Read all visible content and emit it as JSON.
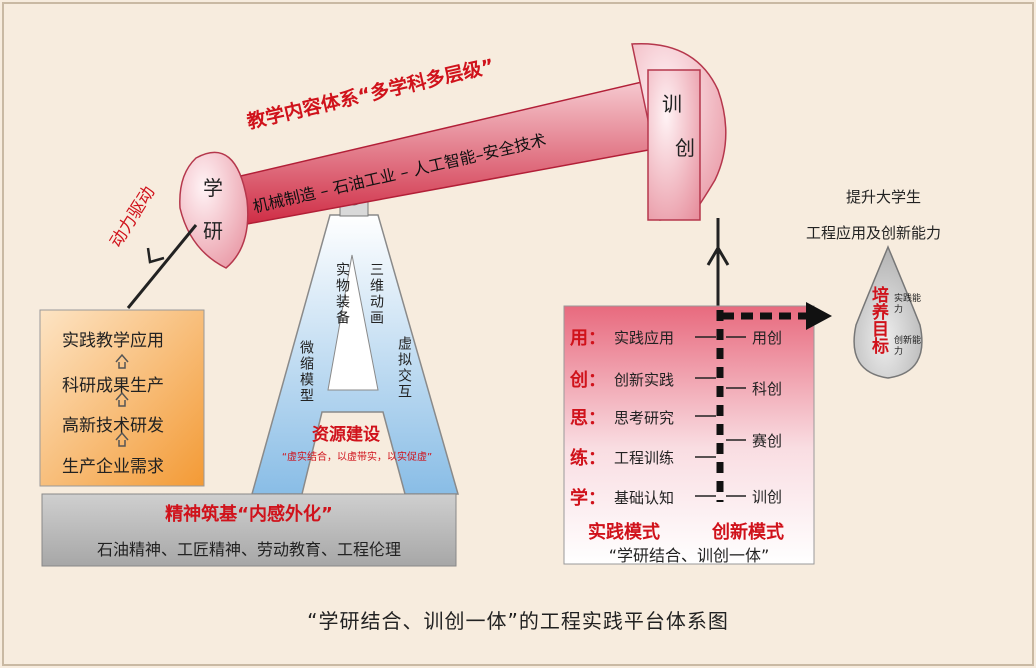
{
  "beam": {
    "title": "教学内容体系“多学科多层级”",
    "subtitle": "机械制造 – 石油工业 – 人工智能–安全技术"
  },
  "horsehead": {
    "char1": "训",
    "char2": "创"
  },
  "counterweight": {
    "char1": "学",
    "char2": "研"
  },
  "drive_label": "动力驱动",
  "left_stack": [
    "实践教学应用",
    "科研成果生产",
    "高新技术研发",
    "生产企业需求"
  ],
  "a_frame": {
    "left_leg_1": "实物装备",
    "left_leg_2": "微缩模型",
    "right_leg_1": "三维动画",
    "right_leg_2": "虚拟交互",
    "title": "资源建设",
    "slogan": "“虚实结合，以虚带实，以实促虚”"
  },
  "base": {
    "title": "精神筑基“内感外化”",
    "items": "石油精神、工匠精神、劳动教育、工程伦理"
  },
  "goal": {
    "line1": "提升大学生",
    "line2": "工程应用及创新能力",
    "drop_title": "培养目标",
    "drop_note_1": "实践能力",
    "drop_note_2": "创新能力"
  },
  "practice": {
    "rows": [
      {
        "key": "用：",
        "label": "实践应用"
      },
      {
        "key": "创：",
        "label": "创新实践"
      },
      {
        "key": "思：",
        "label": "思考研究"
      },
      {
        "key": "练：",
        "label": "工程训练"
      },
      {
        "key": "学：",
        "label": "基础认知"
      }
    ],
    "right_items": [
      "用创",
      "科创",
      "赛创",
      "训创"
    ],
    "mode_left": "实践模式",
    "mode_right": "创新模式",
    "slogan": "“学研结合、训创一体”"
  },
  "caption": "“学研结合、训创一体”的工程实践平台体系图",
  "colors": {
    "background": "#f7ecde",
    "accent_red": "#d0121b",
    "beam_red": "#d6354b",
    "pink": "#f3c1c8",
    "blue": "#9fcbec",
    "orange": "#f6a044",
    "gray": "#b9b9b9"
  }
}
